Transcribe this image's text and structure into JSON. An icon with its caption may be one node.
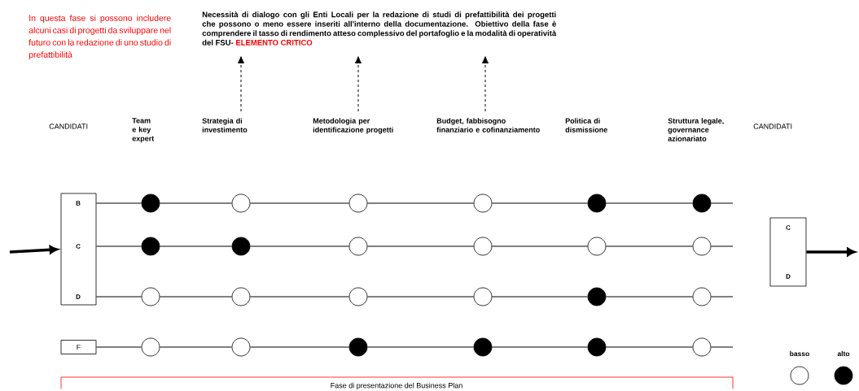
{
  "diagram": {
    "nodes": [
      {
        "text": [
          "Necessità di dialogo con gli Enti Locali per la redazione di studi di prefattibilità dei progetti che possono o meno essere inseriti all'interno della documentazione. Obiettivo della fase è comprendere il tasso di rendimento atteso complessivo del portafoglio e la modalità di operatività del FSU-",
          "ELEMENTO CRITICO"
        ]
      },
      {
        "text": [
          "Team e key expert"
        ]
      },
      {
        "text": [
          "Strategia di investimento"
        ]
      },
      {
        "text": [
          "Metodologia per identificazione progetti"
        ]
      },
      {
        "text": [
          "Budget, fabbisogno finanziario e cofinanziamento"
        ]
      },
      {
        "text": [
          "Politica di dismissione"
        ]
      },
      {
        "text": [
          "Struttura legale, governance azionariato"
        ]
      },
      {
        "text": [
          "B",
          "C",
          "D"
        ]
      },
      {
        "text": [
          "F"
        ]
      },
      {
        "text": [
          "C",
          "D"
        ]
      },
      {
        "text": [],
        "shape": "dot"
      },
      {
        "text": [],
        "shape": "circle"
      },
      {
        "text": [],
        "shape": "circle"
      },
      {
        "text": [],
        "shape": "circle"
      },
      {
        "text": [],
        "shape": "dot"
      },
      {
        "text": [],
        "shape": "dot"
      },
      {
        "text": [],
        "shape": "dot"
      },
      {
        "text": [],
        "shape": "dot"
      },
      {
        "text": [],
        "shape": "circle"
      },
      {
        "text": [],
        "shape": "circle"
      },
      {
        "text": [],
        "shape": "circle"
      },
      {
        "text": [],
        "shape": "circle"
      },
      {
        "text": [],
        "shape": "circle"
      },
      {
        "text": [],
        "shape": "circle"
      },
      {
        "text": [],
        "shape": "circle"
      },
      {
        "text": [],
        "shape": "circle"
      },
      {
        "text": [],
        "shape": "dot"
      },
      {
        "text": [],
        "shape": "circle"
      },
      {
        "text": [],
        "shape": "circle"
      },
      {
        "text": [],
        "shape": "circle"
      },
      {
        "text": [],
        "shape": "dot"
      },
      {
        "text": [],
        "shape": "dot"
      },
      {
        "text": [],
        "shape": "dot"
      },
      {
        "text": [],
        "shape": "circle"
      },
      {
        "text": [
          "Fase di presentazione del Business Plan"
        ]
      }
    ],
    "edges": [
      {
        "from": 2,
        "to": 0,
        "arrow": "to",
        "style": "dashed"
      },
      {
        "from": 3,
        "to": 0,
        "arrow": "to",
        "style": "dashed"
      },
      {
        "from": 4,
        "to": 0,
        "arrow": "to",
        "style": "dashed"
      },
      {
        "from": null,
        "to": 7,
        "arrow": "to",
        "style": "thick"
      },
      {
        "from": 9,
        "to": null,
        "arrow": "to",
        "style": "thick"
      },
      {
        "from": 7,
        "to": 10,
        "arrow": "none"
      },
      {
        "from": 10,
        "to": 11,
        "arrow": "none"
      },
      {
        "from": 11,
        "to": 12,
        "arrow": "none"
      },
      {
        "from": 12,
        "to": 13,
        "arrow": "none"
      },
      {
        "from": 13,
        "to": 14,
        "arrow": "none"
      },
      {
        "from": 14,
        "to": 15,
        "arrow": "none"
      },
      {
        "from": 15,
        "to": null,
        "arrow": "none"
      },
      {
        "from": 7,
        "to": 16,
        "arrow": "none"
      },
      {
        "from": 16,
        "to": 17,
        "arrow": "none"
      },
      {
        "from": 17,
        "to": 18,
        "arrow": "none"
      },
      {
        "from": 18,
        "to": 19,
        "arrow": "none"
      },
      {
        "from": 19,
        "to": 20,
        "arrow": "none"
      },
      {
        "from": 20,
        "to": 21,
        "arrow": "none"
      },
      {
        "from": 21,
        "to": null,
        "arrow": "none"
      },
      {
        "from": 7,
        "to": 22,
        "arrow": "none"
      },
      {
        "from": 22,
        "to": 23,
        "arrow": "none"
      },
      {
        "from": 23,
        "to": 24,
        "arrow": "none"
      },
      {
        "from": 24,
        "to": 25,
        "arrow": "none"
      },
      {
        "from": 25,
        "to": 26,
        "arrow": "none"
      },
      {
        "from": 26,
        "to": 27,
        "arrow": "none"
      },
      {
        "from": 27,
        "to": null,
        "arrow": "none"
      },
      {
        "from": 8,
        "to": 28,
        "arrow": "none"
      },
      {
        "from": 28,
        "to": 29,
        "arrow": "none"
      },
      {
        "from": 29,
        "to": 30,
        "arrow": "none"
      },
      {
        "from": 30,
        "to": 31,
        "arrow": "none"
      },
      {
        "from": 31,
        "to": 32,
        "arrow": "none"
      },
      {
        "from": 32,
        "to": 33,
        "arrow": "none"
      },
      {
        "from": 33,
        "to": null,
        "arrow": "none"
      }
    ],
    "labels": [
      "In questa fase si possono includere alcuni casi di progetti da sviluppare nel futuro con la redazione di uno studio di prefattibilità",
      "CANDIDATI",
      "CANDIDATI"
    ],
    "legend": [
      {
        "text": "basso"
      },
      {
        "text": "alto"
      }
    ]
  }
}
